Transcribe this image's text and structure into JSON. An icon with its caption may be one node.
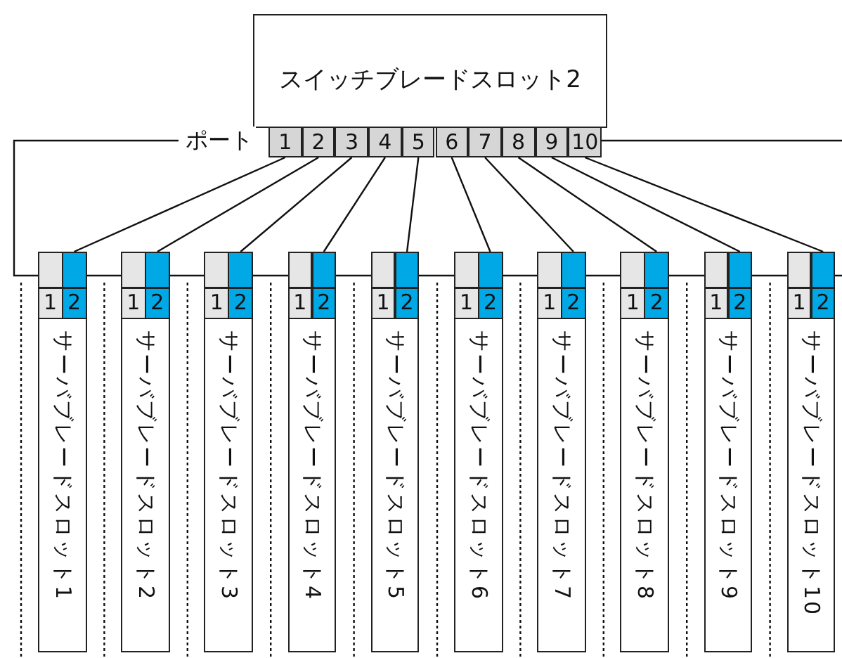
{
  "diagram": {
    "nodes": [
      {
        "text": [
          "スイッチブレードスロット2"
        ]
      },
      {
        "text": [
          "1"
        ]
      },
      {
        "text": [
          "2"
        ]
      },
      {
        "text": [
          "3"
        ]
      },
      {
        "text": [
          "4"
        ]
      },
      {
        "text": [
          "5"
        ]
      },
      {
        "text": [
          "6"
        ]
      },
      {
        "text": [
          "7"
        ]
      },
      {
        "text": [
          "8"
        ]
      },
      {
        "text": [
          "9"
        ]
      },
      {
        "text": [
          "10"
        ]
      },
      {
        "text": [
          "1"
        ]
      },
      {
        "text": [
          "2"
        ]
      },
      {
        "text": [
          "サーバブレードスロット1"
        ]
      },
      {
        "text": [
          "1"
        ]
      },
      {
        "text": [
          "2"
        ]
      },
      {
        "text": [
          "サーバブレードスロット2"
        ]
      },
      {
        "text": [
          "1"
        ]
      },
      {
        "text": [
          "2"
        ]
      },
      {
        "text": [
          "サーバブレードスロット3"
        ]
      },
      {
        "text": [
          "1"
        ]
      },
      {
        "text": [
          "2"
        ]
      },
      {
        "text": [
          "サーバブレードスロット4"
        ]
      },
      {
        "text": [
          "1"
        ]
      },
      {
        "text": [
          "2"
        ]
      },
      {
        "text": [
          "サーバブレードスロット5"
        ]
      },
      {
        "text": [
          "1"
        ]
      },
      {
        "text": [
          "2"
        ]
      },
      {
        "text": [
          "サーバブレードスロット6"
        ]
      },
      {
        "text": [
          "1"
        ]
      },
      {
        "text": [
          "2"
        ]
      },
      {
        "text": [
          "サーバブレードスロット7"
        ]
      },
      {
        "text": [
          "1"
        ]
      },
      {
        "text": [
          "2"
        ]
      },
      {
        "text": [
          "サーバブレードスロット8"
        ]
      },
      {
        "text": [
          "1"
        ]
      },
      {
        "text": [
          "2"
        ]
      },
      {
        "text": [
          "サーバブレードスロット9"
        ]
      },
      {
        "text": [
          "1"
        ]
      },
      {
        "text": [
          "2"
        ]
      },
      {
        "text": [
          "サーバブレードスロット10"
        ]
      }
    ],
    "edges": [
      {
        "from": 1,
        "to": 12,
        "arrow": "none"
      },
      {
        "from": 2,
        "to": 15,
        "arrow": "none"
      },
      {
        "from": 3,
        "to": 18,
        "arrow": "none"
      },
      {
        "from": 4,
        "to": 21,
        "arrow": "none"
      },
      {
        "from": 5,
        "to": 24,
        "arrow": "none"
      },
      {
        "from": 6,
        "to": 27,
        "arrow": "none"
      },
      {
        "from": 7,
        "to": 30,
        "arrow": "none"
      },
      {
        "from": 8,
        "to": 33,
        "arrow": "none"
      },
      {
        "from": 9,
        "to": 36,
        "arrow": "none"
      },
      {
        "from": 10,
        "to": 39,
        "arrow": "none"
      }
    ],
    "labels": [
      "ポート"
    ]
  }
}
